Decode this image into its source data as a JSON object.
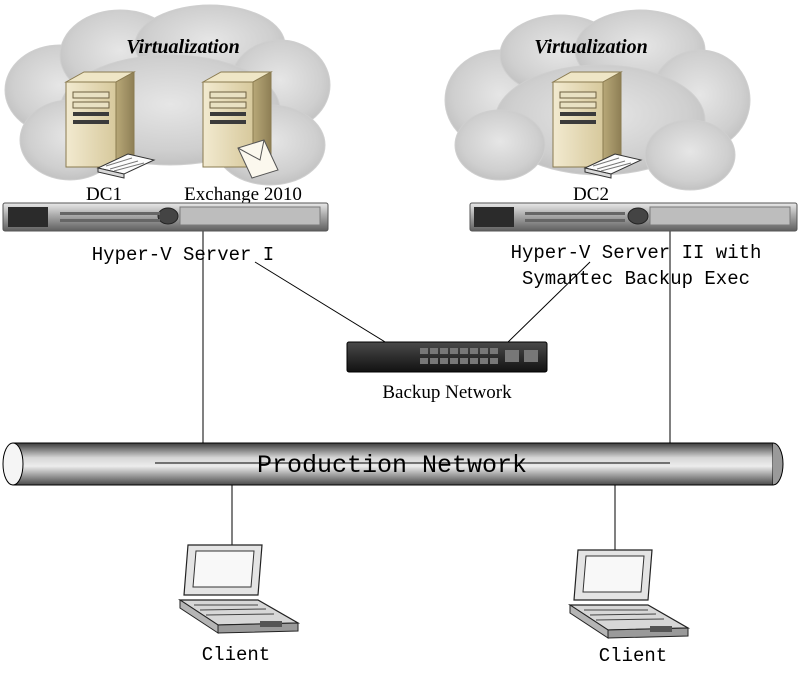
{
  "clouds": [
    {
      "label": "Virtualization"
    },
    {
      "label": "Virtualization"
    }
  ],
  "vms": {
    "dc1": "DC1",
    "exchange": "Exchange 2010",
    "dc2": "DC2"
  },
  "hosts": {
    "server1": "Hyper-V Server I",
    "server2_line1": "Hyper-V Server II with",
    "server2_line2": "Symantec Backup Exec"
  },
  "backup_network": "Backup Network",
  "production_network": "Production Network",
  "clients": [
    "Client",
    "Client"
  ]
}
